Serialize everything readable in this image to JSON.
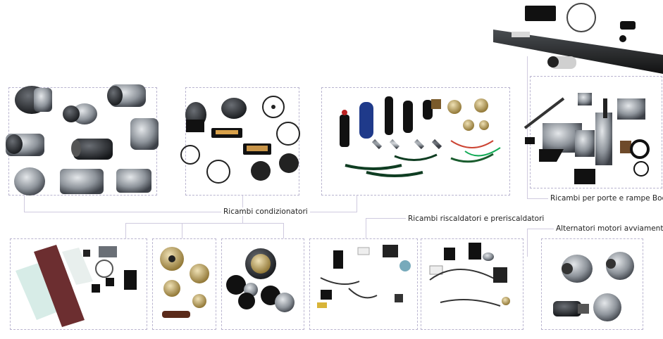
{
  "labels": {
    "air_conditioning_parts": "Ricambi condizionatori",
    "door_ramp_parts": "Ricambi per porte e rampe Bode",
    "heater_parts": "Ricambi riscaldatori e preriscaldatori",
    "alternators_starters": "Alternatori motori avviamento"
  },
  "icons": {
    "compressor": "compressor-icon",
    "fan": "fan-icon",
    "blower": "blower-icon",
    "filter_drier": "filter-drier-icon",
    "hose": "hose-icon",
    "door_rail": "door-rail-icon",
    "pneumatic_cylinder": "pneumatic-cylinder-icon",
    "pulley": "pulley-icon",
    "clutch": "clutch-icon",
    "alternator": "alternator-icon",
    "starter_motor": "starter-motor-icon"
  },
  "colors": {
    "frame_border": "#b9b4cf",
    "connector_line": "#cfcadf",
    "metal": "#8a8f96",
    "dark_part": "#1f2226"
  }
}
